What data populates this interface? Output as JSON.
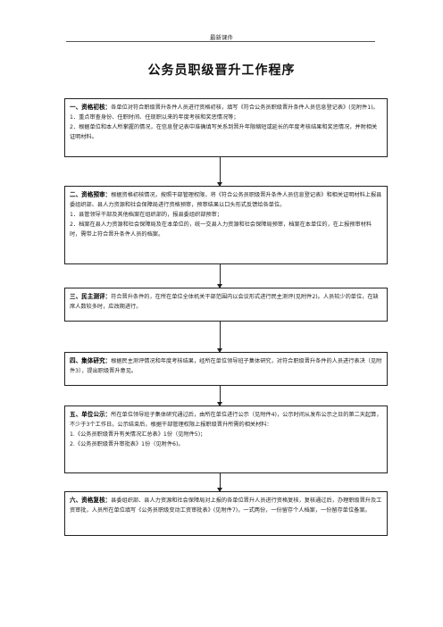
{
  "header": "最新课件",
  "title": "公务员职级晋升工作程序",
  "steps": [
    {
      "heading": "一、资格初核：",
      "lead": "各单位对符合职级晋升条件人员进行资格初核，填写《符合公务员职级晋升条件人员信息登记表》(见附件1)。",
      "items": [
        "1．重点审查身份、任职时间、任现职以来的年度考核和奖惩情况等；",
        "2．根据单位和本人所掌握的情况，在信息登记表中准确填写关系到晋升年限缩短或延长的年度考核结果和奖惩情况，并附相关证明材料。"
      ]
    },
    {
      "heading": "二、资格预审：",
      "lead": "根据资格初核情况，按照干部管理权限，将《符合公务员职级晋升条件人员信息登记表》和相关证明材料上报县委组织部、县人力资源和社会保障局进行资格预审，预审结果以口头形式反馈给各单位。",
      "items": [
        "1．县管领导干部及其他档案在组织部的，报县委组织部预审；",
        "2．档案在县人力资源和社会保障局及在本单位的，统一交县人力资源和社会保障局预审，档案在本单位的，在上报预审材料时，需带上符合晋升条件人员的档案。"
      ]
    },
    {
      "heading": "三、民主测评：",
      "lead": "符合晋升条件的，在所在单位全体机关干部范围内以会议形式进行民主测评(见附件2)。人员较少的单位，在缺席人数较多时，应改期进行。",
      "items": []
    },
    {
      "heading": "四、集体研究：",
      "lead": "根据民主测评情况和年度考核结果，经所在单位领导班子集体研究，对符合职级晋升条件的人员进行表决（见附件3），提出职级晋升意见。",
      "items": []
    },
    {
      "heading": "五、单位公示：",
      "lead": "所在单位领导班子集体研究通过后，由所在单位进行公示（见附件4)，公示时间从发布公示之日的第二天起算，不少于3个工作日。公示结束后，根据干部管理权限上报职级晋升所需的相关材料：",
      "items": [
        "1.《公务员职级晋升有关情况汇总表》1份（见附件5)；",
        "2.《公务员职级晋升审批表》1份（见附件6)。"
      ]
    },
    {
      "heading": "六、资格复核：",
      "lead": "县委组织部、县人力资源和社会保障局对上报的各单位晋升人员进行资格复核，复核通过后，办理职级晋升及工资审批，人员所在单位填写《公务员职级变动工资审批表》(见附件7)，一式两份，一份留存个人档案，一份留存单位备案。",
      "items": []
    }
  ]
}
